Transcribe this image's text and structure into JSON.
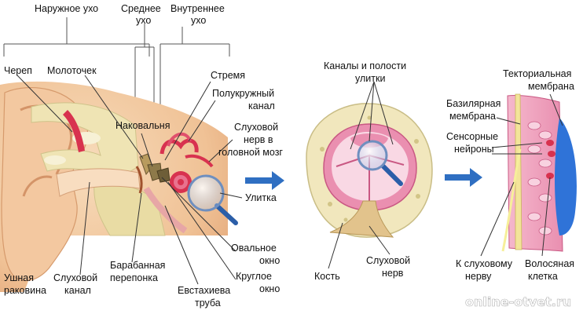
{
  "labels": {
    "outer_ear": "Наружное ухо",
    "middle_ear_1": "Среднее",
    "middle_ear_2": "ухо",
    "inner_ear_1": "Внутреннее",
    "inner_ear_2": "ухо",
    "skull": "Череп",
    "hammer": "Молоточек",
    "stirrup": "Стремя",
    "semicircular_1": "Полукружный",
    "semicircular_2": "канал",
    "anvil": "Наковальня",
    "auditory_nerve_brain_1": "Слуховой",
    "auditory_nerve_brain_2": "нерв в",
    "auditory_nerve_brain_3": "головной мозг",
    "cochlea": "Улитка",
    "oval_window_1": "Овальное",
    "oval_window_2": "окно",
    "round_window_1": "Круглое",
    "round_window_2": "окно",
    "auricle_1": "Ушная",
    "auricle_2": "раковина",
    "ear_canal_1": "Слуховой",
    "ear_canal_2": "канал",
    "eardrum_1": "Барабанная",
    "eardrum_2": "перепонка",
    "eustachian_1": "Евстахиева",
    "eustachian_2": "труба",
    "cochlea_channels_1": "Каналы и полости",
    "cochlea_channels_2": "улитки",
    "bone": "Кость",
    "hearing_nerve_1": "Слуховой",
    "hearing_nerve_2": "нерв",
    "tectorial_1": "Текториальная",
    "tectorial_2": "мембрана",
    "basilar_1": "Базилярная",
    "basilar_2": "мембрана",
    "sensory_1": "Сенсорные",
    "sensory_2": "нейроны",
    "to_nerve_1": "К слуховому",
    "to_nerve_2": "нерву",
    "hair_cell_1": "Волосяная",
    "hair_cell_2": "клетка"
  },
  "watermark": "online-otvet.ru",
  "colors": {
    "skin": "#f2c9a0",
    "skin_dark": "#e0a878",
    "bone": "#efe6b8",
    "bone_dark": "#d8cf95",
    "pink": "#e46f96",
    "red": "#d8324f",
    "cochlea_bg": "#efd3dc",
    "arrow_blue": "#2f6fc2",
    "tectorial_blue": "#2f73d8",
    "line": "#333333"
  },
  "icons": {
    "magnifier": "magnifier-icon",
    "arrow": "right-arrow-icon"
  }
}
